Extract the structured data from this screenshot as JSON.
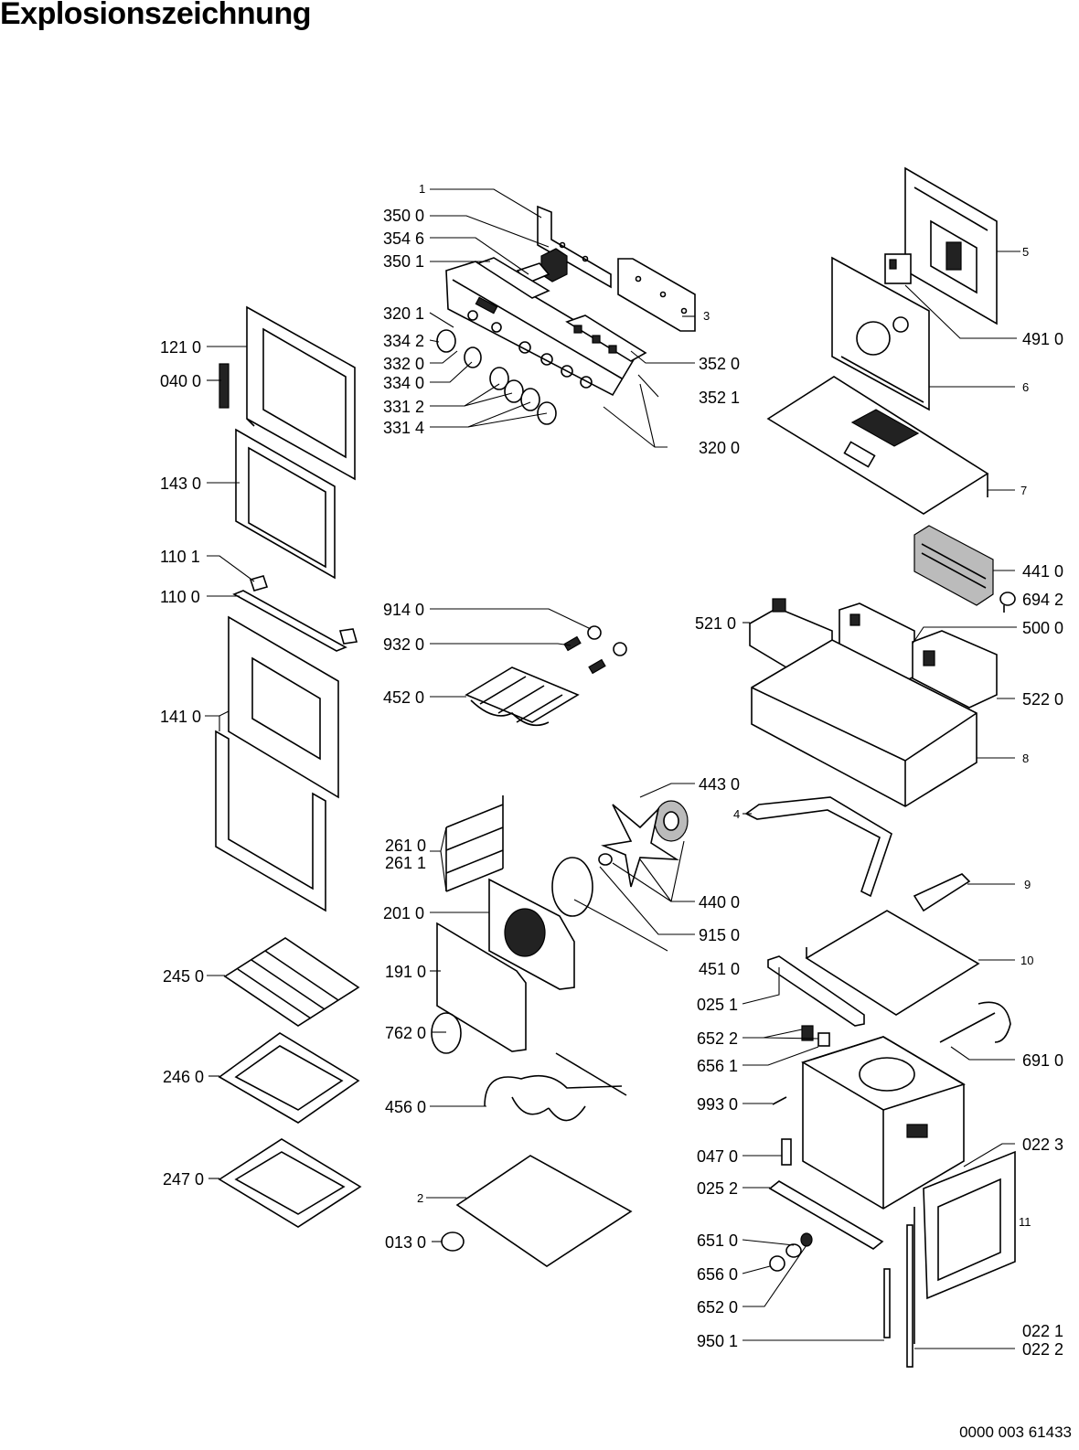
{
  "title": "Explosionszeichnung",
  "document_number": "0000 003 61433",
  "callouts": {
    "c_1": "1",
    "c_350_0": "350 0",
    "c_354_6": "354 6",
    "c_350_1": "350 1",
    "c_3": "3",
    "c_5": "5",
    "c_320_1": "320 1",
    "c_334_2": "334 2",
    "c_332_0": "332 0",
    "c_334_0": "334 0",
    "c_331_2": "331 2",
    "c_331_4": "331 4",
    "c_352_0": "352 0",
    "c_352_1": "352 1",
    "c_320_0": "320 0",
    "c_491_0": "491 0",
    "c_6": "6",
    "c_7": "7",
    "c_121_0": "121 0",
    "c_040_0": "040 0",
    "c_143_0": "143 0",
    "c_110_1": "110 1",
    "c_110_0": "110 0",
    "c_141_0": "141 0",
    "c_914_0": "914 0",
    "c_932_0": "932 0",
    "c_452_0": "452 0",
    "c_441_0": "441 0",
    "c_694_2": "694 2",
    "c_521_0": "521 0",
    "c_500_0": "500 0",
    "c_522_0": "522 0",
    "c_8": "8",
    "c_443_0": "443 0",
    "c_4": "4",
    "c_261_0": "261 0",
    "c_261_1": "261 1",
    "c_440_0": "440 0",
    "c_9": "9",
    "c_201_0": "201 0",
    "c_915_0": "915 0",
    "c_10": "10",
    "c_451_0": "451 0",
    "c_191_0": "191 0",
    "c_025_1": "025 1",
    "c_245_0": "245 0",
    "c_652_2": "652 2",
    "c_656_1": "656 1",
    "c_762_0": "762 0",
    "c_691_0": "691 0",
    "c_246_0": "246 0",
    "c_456_0": "456 0",
    "c_993_0": "993 0",
    "c_047_0": "047 0",
    "c_022_3": "022 3",
    "c_247_0": "247 0",
    "c_025_2": "025 2",
    "c_2": "2",
    "c_11": "11",
    "c_651_0": "651 0",
    "c_013_0": "013 0",
    "c_656_0": "656 0",
    "c_652_0": "652 0",
    "c_950_1": "950 1",
    "c_022_1": "022 1",
    "c_022_2": "022 2"
  }
}
